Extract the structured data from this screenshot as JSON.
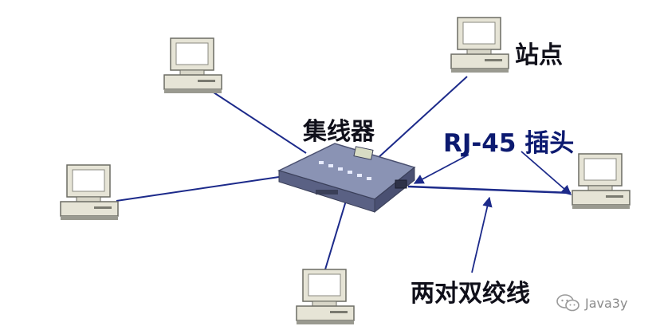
{
  "labels": {
    "hub": "集线器",
    "station": "站点",
    "rj45": "RJ-45 插头",
    "cable": "两对双绞线"
  },
  "watermark": {
    "text": "Java3y",
    "icon": "wechat-icon"
  },
  "colors": {
    "link": "#1c2a8a",
    "arrow": "#1c2a8a",
    "hub_body": "#8a93b4",
    "pc_body": "#e6e4d6",
    "pc_shadow": "#9a9a90",
    "screen": "#ffffff"
  },
  "nodes": [
    {
      "id": "pc-top-left",
      "icon": "computer-icon"
    },
    {
      "id": "pc-top-right",
      "icon": "computer-icon"
    },
    {
      "id": "pc-left",
      "icon": "computer-icon"
    },
    {
      "id": "pc-bottom",
      "icon": "computer-icon"
    },
    {
      "id": "pc-right",
      "icon": "computer-icon"
    },
    {
      "id": "hub",
      "icon": "hub-icon"
    }
  ],
  "edges": [
    {
      "from": "pc-top-left",
      "to": "hub"
    },
    {
      "from": "pc-top-right",
      "to": "hub"
    },
    {
      "from": "pc-left",
      "to": "hub"
    },
    {
      "from": "pc-bottom",
      "to": "hub"
    },
    {
      "from": "pc-right",
      "to": "hub"
    }
  ]
}
